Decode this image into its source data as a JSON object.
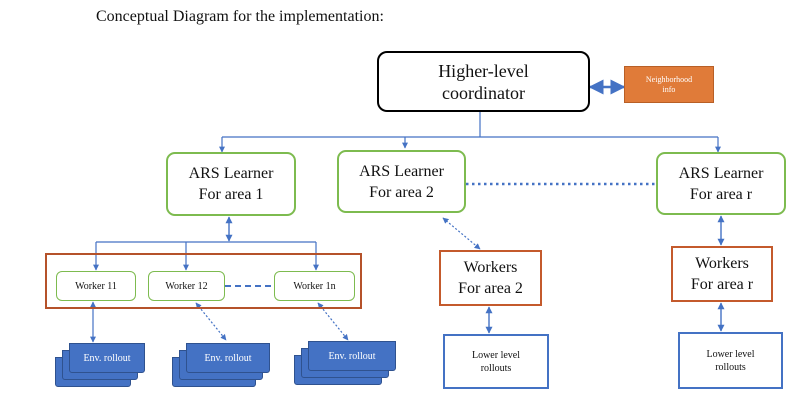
{
  "heading": "Conceptual Diagram for the implementation:",
  "coordinator": {
    "line1": "Higher-level",
    "line2": "coordinator"
  },
  "neighborhood": {
    "line1": "Neighborhood",
    "line2": "info"
  },
  "learners": [
    {
      "line1": "ARS Learner",
      "line2": "For area 1"
    },
    {
      "line1": "ARS Learner",
      "line2": "For area 2"
    },
    {
      "line1": "ARS Learner",
      "line2": "For area r"
    }
  ],
  "workers_small": [
    "Worker 11",
    "Worker 12",
    "Worker 1n"
  ],
  "workers_area": [
    {
      "line1": "Workers",
      "line2": "For area 2"
    },
    {
      "line1": "Workers",
      "line2": "For area r"
    }
  ],
  "env_rollout": [
    "Env. rollout",
    "Env. rollout",
    "Env. rollout"
  ],
  "lower_rollouts": [
    {
      "line1": "Lower level",
      "line2": "rollouts"
    },
    {
      "line1": "Lower level",
      "line2": "rollouts"
    }
  ],
  "colors": {
    "learner_border": "#7dbb4f",
    "group_border": "#b5522a",
    "connector": "#4472c4",
    "neighborhood_fill": "#e07b39"
  }
}
